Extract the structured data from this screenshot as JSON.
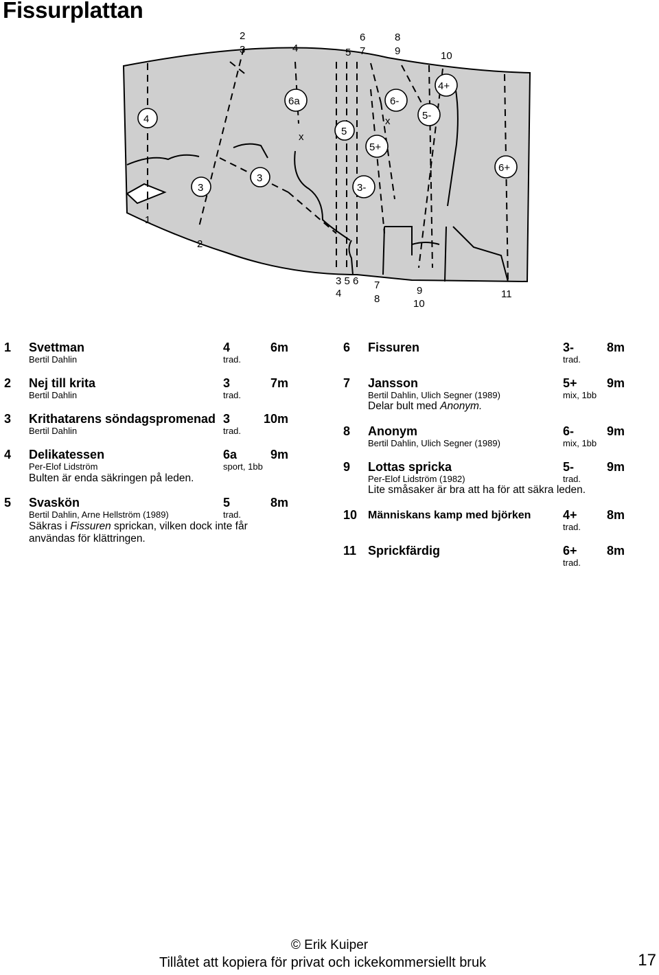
{
  "page_title": "Fissurplattan",
  "topo": {
    "top_labels": [
      "2",
      "3",
      "4",
      "5",
      "6",
      "7",
      "8",
      "9",
      "10"
    ],
    "grade_labels": [
      "4",
      "6a",
      "x",
      "5",
      "6-",
      "x",
      "5-",
      "4+",
      "5+",
      "3",
      "3",
      "3-",
      "6+"
    ],
    "bottom_labels": [
      "1",
      "2",
      "3 5 6",
      "4",
      "7",
      "8",
      "9",
      "10",
      "11"
    ]
  },
  "routes_left": [
    {
      "num": "1",
      "name": "Svettman",
      "grade": "4",
      "length": "6m",
      "fa": "Bertil Dahlin",
      "style": "trad.",
      "note": ""
    },
    {
      "num": "2",
      "name": "Nej till krita",
      "grade": "3",
      "length": "7m",
      "fa": "Bertil Dahlin",
      "style": "trad.",
      "note": ""
    },
    {
      "num": "3",
      "name": "Krithatarens söndagspromenad",
      "grade": "3",
      "length": "10m",
      "fa": "Bertil Dahlin",
      "style": "trad.",
      "note": ""
    },
    {
      "num": "4",
      "name": "Delikatessen",
      "grade": "6a",
      "length": "9m",
      "fa": "Per-Elof Lidström",
      "style": "sport, 1bb",
      "note": "Bulten är enda säkringen på leden."
    },
    {
      "num": "5",
      "name": "Svaskön",
      "grade": "5",
      "length": "8m",
      "fa": "Bertil Dahlin, Arne Hellström (1989)",
      "style": "trad.",
      "note_a": "Säkras i ",
      "note_em": "Fissuren",
      "note_b": " sprickan, vilken dock inte får användas för klättringen."
    }
  ],
  "routes_right": [
    {
      "num": "6",
      "name": "Fissuren",
      "grade": "3-",
      "length": "8m",
      "fa": "",
      "style": "trad."
    },
    {
      "num": "7",
      "name": "Jansson",
      "grade": "5+",
      "length": "9m",
      "fa": "Bertil Dahlin, Ulich Segner (1989)",
      "style": "mix, 1bb",
      "note_a": "Delar bult med ",
      "note_em": "Anonym."
    },
    {
      "num": "8",
      "name": "Anonym",
      "grade": "6-",
      "length": "9m",
      "fa": "Bertil Dahlin, Ulich Segner (1989)",
      "style": "mix, 1bb"
    },
    {
      "num": "9",
      "name": "Lottas spricka",
      "grade": "5-",
      "length": "9m",
      "fa": "Per-Elof Lidström (1982)",
      "style": "trad.",
      "note": "Lite småsaker är bra att ha för att säkra leden."
    },
    {
      "num": "10",
      "name": "Människans kamp med björken",
      "grade": "4+",
      "length": "8m",
      "fa": "",
      "style": "trad."
    },
    {
      "num": "11",
      "name": "Sprickfärdig",
      "grade": "6+",
      "length": "8m",
      "fa": "",
      "style": "trad."
    }
  ],
  "footer": {
    "copyright": "© Erik Kuiper",
    "license": "Tillåtet att kopiera för privat och ickekommersiellt bruk",
    "page_number": "17"
  }
}
